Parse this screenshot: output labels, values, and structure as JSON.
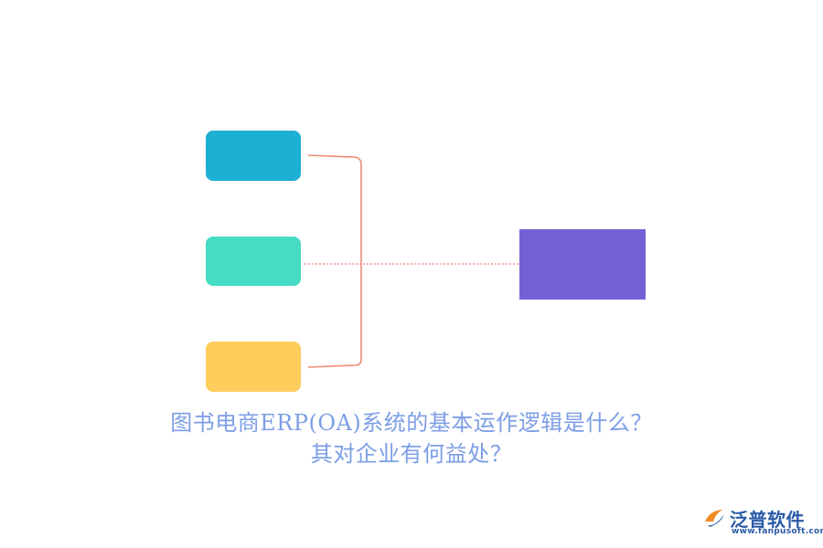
{
  "diagram": {
    "caption_line1": "图书电商ERP(OA)系统的基本运作逻辑是什么？",
    "caption_line2": "其对企业有何益处？",
    "colors": {
      "box_top": "#1eafd4",
      "box_middle": "#45dcc3",
      "box_bottom": "#fecd5c",
      "box_target": "#755fd6",
      "bracket_line": "#ec8a74",
      "dotted_line": "#e89c8c",
      "caption_text": "#7d9ee6"
    }
  },
  "logo": {
    "name": "泛普软件",
    "url": "www.fanpusoft.com",
    "icon": "fanpu-logo-icon",
    "colors": {
      "name": "#2a5aa6",
      "url": "#2a5aa6",
      "mark_orange": "#f08a24",
      "mark_blue": "#2a5aa6"
    }
  }
}
